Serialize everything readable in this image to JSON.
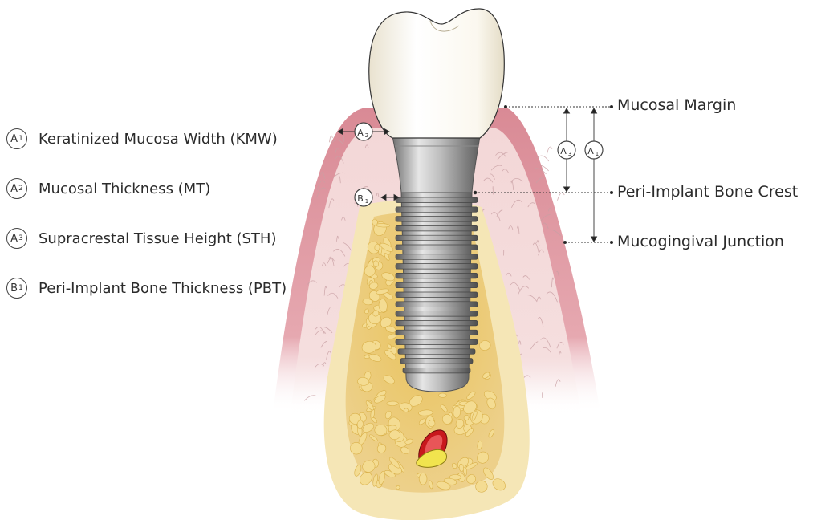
{
  "legend": [
    {
      "letter": "A",
      "sub": "1",
      "text": "Keratinized Mucosa Width (KMW)"
    },
    {
      "letter": "A",
      "sub": "2",
      "text": "Mucosal Thickness (MT)"
    },
    {
      "letter": "A",
      "sub": "3",
      "text": "Supracrestal Tissue Height (STH)"
    },
    {
      "letter": "B",
      "sub": "1",
      "text": "Peri-Implant Bone Thickness (PBT)"
    }
  ],
  "labels": {
    "mucosal_margin": "Mucosal Margin",
    "bone_crest": "Peri-Implant Bone Crest",
    "mucogingival_junction": "Mucogingival Junction"
  },
  "markers": {
    "a1": {
      "letter": "A",
      "sub": "1"
    },
    "a2": {
      "letter": "A",
      "sub": "2"
    },
    "a3": {
      "letter": "A",
      "sub": "3"
    },
    "b1": {
      "letter": "B",
      "sub": "1"
    }
  },
  "colors": {
    "gum_outer": "#d4848f",
    "gum_inner": "#f1d4d4",
    "bone": "#f3e3b0",
    "marrow": "#e8c461",
    "marrow_hole": "#f2d98c",
    "crown": "#fbf7ec",
    "implant_light": "#d8d8d8",
    "implant_dark": "#7a7a7a",
    "vessel_red": "#d6262b",
    "vessel_yellow": "#f3e04a"
  }
}
